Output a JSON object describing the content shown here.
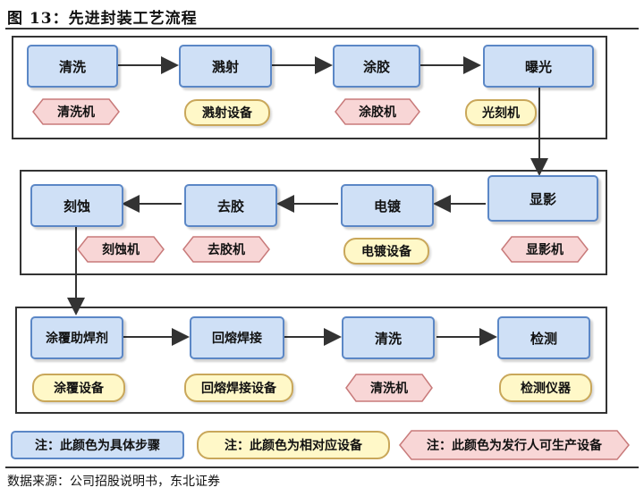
{
  "figure": {
    "title": "图 13：先进封装工艺流程",
    "source": "数据来源：公司招股说明书，东北证券"
  },
  "row1": {
    "steps": [
      "清洗",
      "溅射",
      "涂胶",
      "曝光"
    ],
    "tags": [
      "清洗机",
      "溅射设备",
      "涂胶机",
      "光刻机"
    ]
  },
  "row2": {
    "steps": [
      "刻蚀",
      "去胶",
      "电镀",
      "显影"
    ],
    "tags": [
      "刻蚀机",
      "去胶机",
      "电镀设备",
      "显影机"
    ]
  },
  "row3": {
    "steps": [
      "涂覆助焊剂",
      "回熔焊接",
      "清洗",
      "检测"
    ],
    "tags": [
      "涂覆设备",
      "回熔焊接设备",
      "清洗机",
      "检测仪器"
    ]
  },
  "legend": {
    "blue": "注：此颜色为具体步骤",
    "yellow": "注：此颜色为相对应设备",
    "pink": "注：此颜色为发行人可生产设备"
  },
  "colors": {
    "step_fill": "#cfe0f6",
    "step_border": "#5b87c6",
    "yellow_fill": "#fff8c8",
    "pink_fill": "#f8d6d6",
    "pink_border": "#c87a7a"
  }
}
